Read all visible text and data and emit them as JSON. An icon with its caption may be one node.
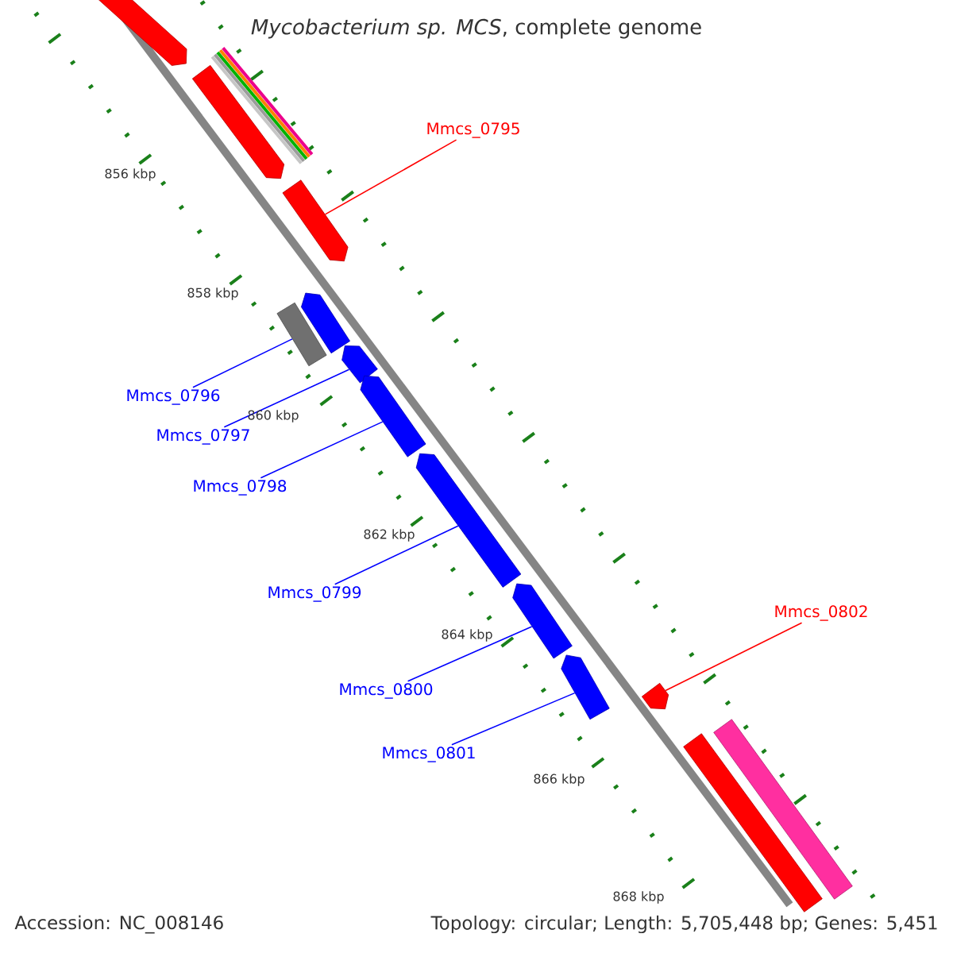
{
  "diagram": {
    "title": "*Mycobacterium sp. MCS*, complete genome",
    "nodes": [
      {
        "text": [
          "Mmcs_0795"
        ]
      },
      {
        "text": [
          "Mmcs_0796"
        ]
      },
      {
        "text": [
          "Mmcs_0797"
        ]
      },
      {
        "text": [
          "Mmcs_0798"
        ]
      },
      {
        "text": [
          "Mmcs_0799"
        ]
      },
      {
        "text": [
          "Mmcs_0800"
        ]
      },
      {
        "text": [
          "Mmcs_0801"
        ]
      },
      {
        "text": [
          "Mmcs_0802"
        ]
      },
      {
        "text": [],
        "shape": "arrow"
      },
      {
        "text": [],
        "shape": "arrow"
      },
      {
        "text": [],
        "shape": "arrow"
      },
      {
        "text": [],
        "shape": "bar"
      },
      {
        "text": [],
        "shape": "arrow"
      },
      {
        "text": [],
        "shape": "arrow"
      },
      {
        "text": [],
        "shape": "arrow"
      },
      {
        "text": [],
        "shape": "arrow"
      },
      {
        "text": [],
        "shape": "arrow"
      },
      {
        "text": [],
        "shape": "arrow"
      },
      {
        "text": [],
        "shape": "arrow"
      },
      {
        "text": [],
        "shape": "bar"
      },
      {
        "text": [],
        "shape": "bar"
      }
    ],
    "edges": [
      {
        "from": 0,
        "to": 10,
        "arrow": "none",
        "color": "#ff0000"
      },
      {
        "from": 1,
        "to": 11,
        "arrow": "none"
      },
      {
        "from": 2,
        "to": 13,
        "arrow": "none"
      },
      {
        "from": 3,
        "to": 14,
        "arrow": "none"
      },
      {
        "from": 4,
        "to": 15,
        "arrow": "none"
      },
      {
        "from": 5,
        "to": 16,
        "arrow": "none"
      },
      {
        "from": 6,
        "to": 17,
        "arrow": "none"
      },
      {
        "from": 7,
        "to": 18,
        "arrow": "none",
        "color": "#ff0000"
      }
    ],
    "labels": [
      "856 kbp",
      "858 kbp",
      "860 kbp",
      "862 kbp",
      "864 kbp",
      "866 kbp",
      "868 kbp",
      "Accession: NC_008146",
      "Topology: circular; Length: 5,705,448 bp; Genes: 5,451"
    ]
  }
}
